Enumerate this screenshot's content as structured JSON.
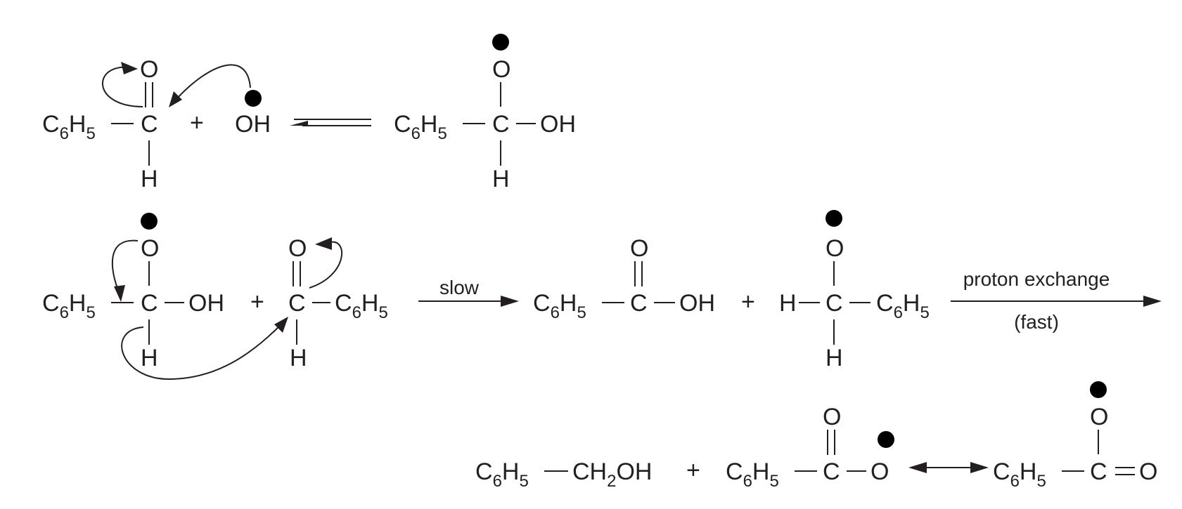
{
  "atoms": {
    "c6h5_base": "C",
    "c6h5_sub1": "6",
    "c6h5_h": "H",
    "c6h5_sub2": "5",
    "carbon": "C",
    "oxygen": "O",
    "hydrogen": "H",
    "hydroxyl": "OH",
    "ch2_base": "CH",
    "ch2_sub": "2",
    "ch2_oh": "OH"
  },
  "operators": {
    "plus": "+"
  },
  "labels": {
    "slow": "slow",
    "proton_exchange": "proton exchange",
    "fast": "(fast)"
  },
  "colors": {
    "ink": "#231f20",
    "background": "#ffffff"
  }
}
